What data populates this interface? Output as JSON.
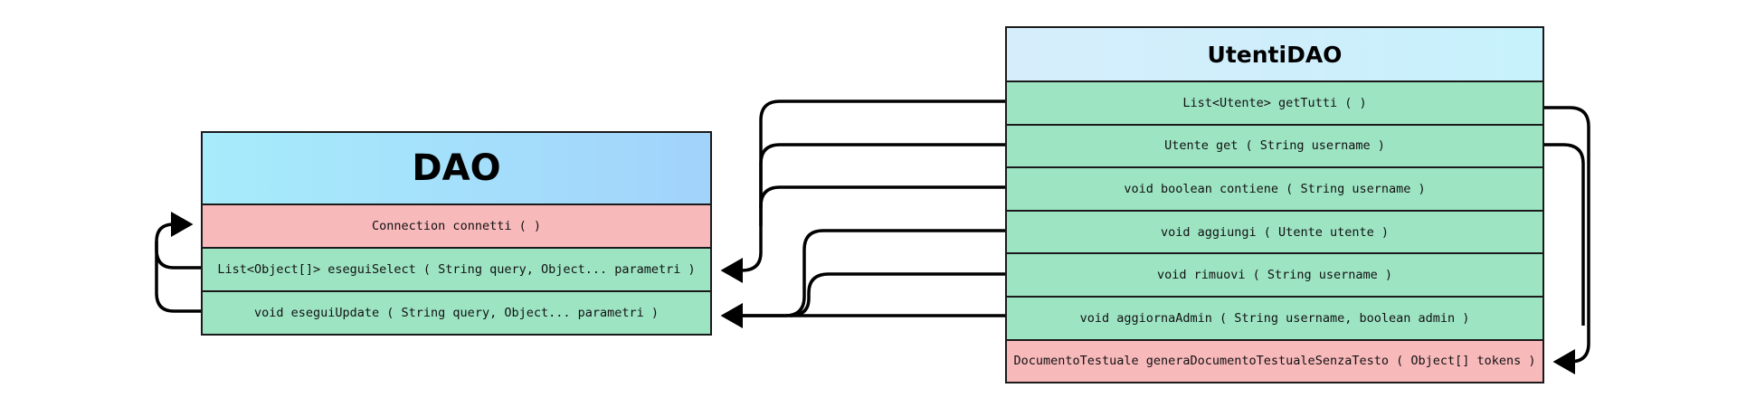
{
  "dao": {
    "title": "DAO",
    "methods": [
      {
        "label": "Connection connetti ( )",
        "kind": "red"
      },
      {
        "label": "List<Object[]> eseguiSelect ( String query, Object... parametri )",
        "kind": "green"
      },
      {
        "label": "void eseguiUpdate ( String query, Object... parametri )",
        "kind": "green"
      }
    ]
  },
  "utenti": {
    "title": "UtentiDAO",
    "methods": [
      {
        "label": "List<Utente> getTutti ( )",
        "kind": "green"
      },
      {
        "label": "Utente get ( String username )",
        "kind": "green"
      },
      {
        "label": "void boolean contiene ( String username )",
        "kind": "green"
      },
      {
        "label": "void aggiungi ( Utente utente )",
        "kind": "green"
      },
      {
        "label": "void rimuovi ( String username )",
        "kind": "green"
      },
      {
        "label": "void aggiornaAdmin ( String username, boolean admin )",
        "kind": "green"
      },
      {
        "label": "DocumentoTestuale generaDocumentoTestualeSenzaTesto ( Object[] tokens )",
        "kind": "red"
      }
    ]
  },
  "colors": {
    "method_green": "#9de4c3",
    "method_red": "#f8b9bb",
    "arrow": "#000000"
  }
}
